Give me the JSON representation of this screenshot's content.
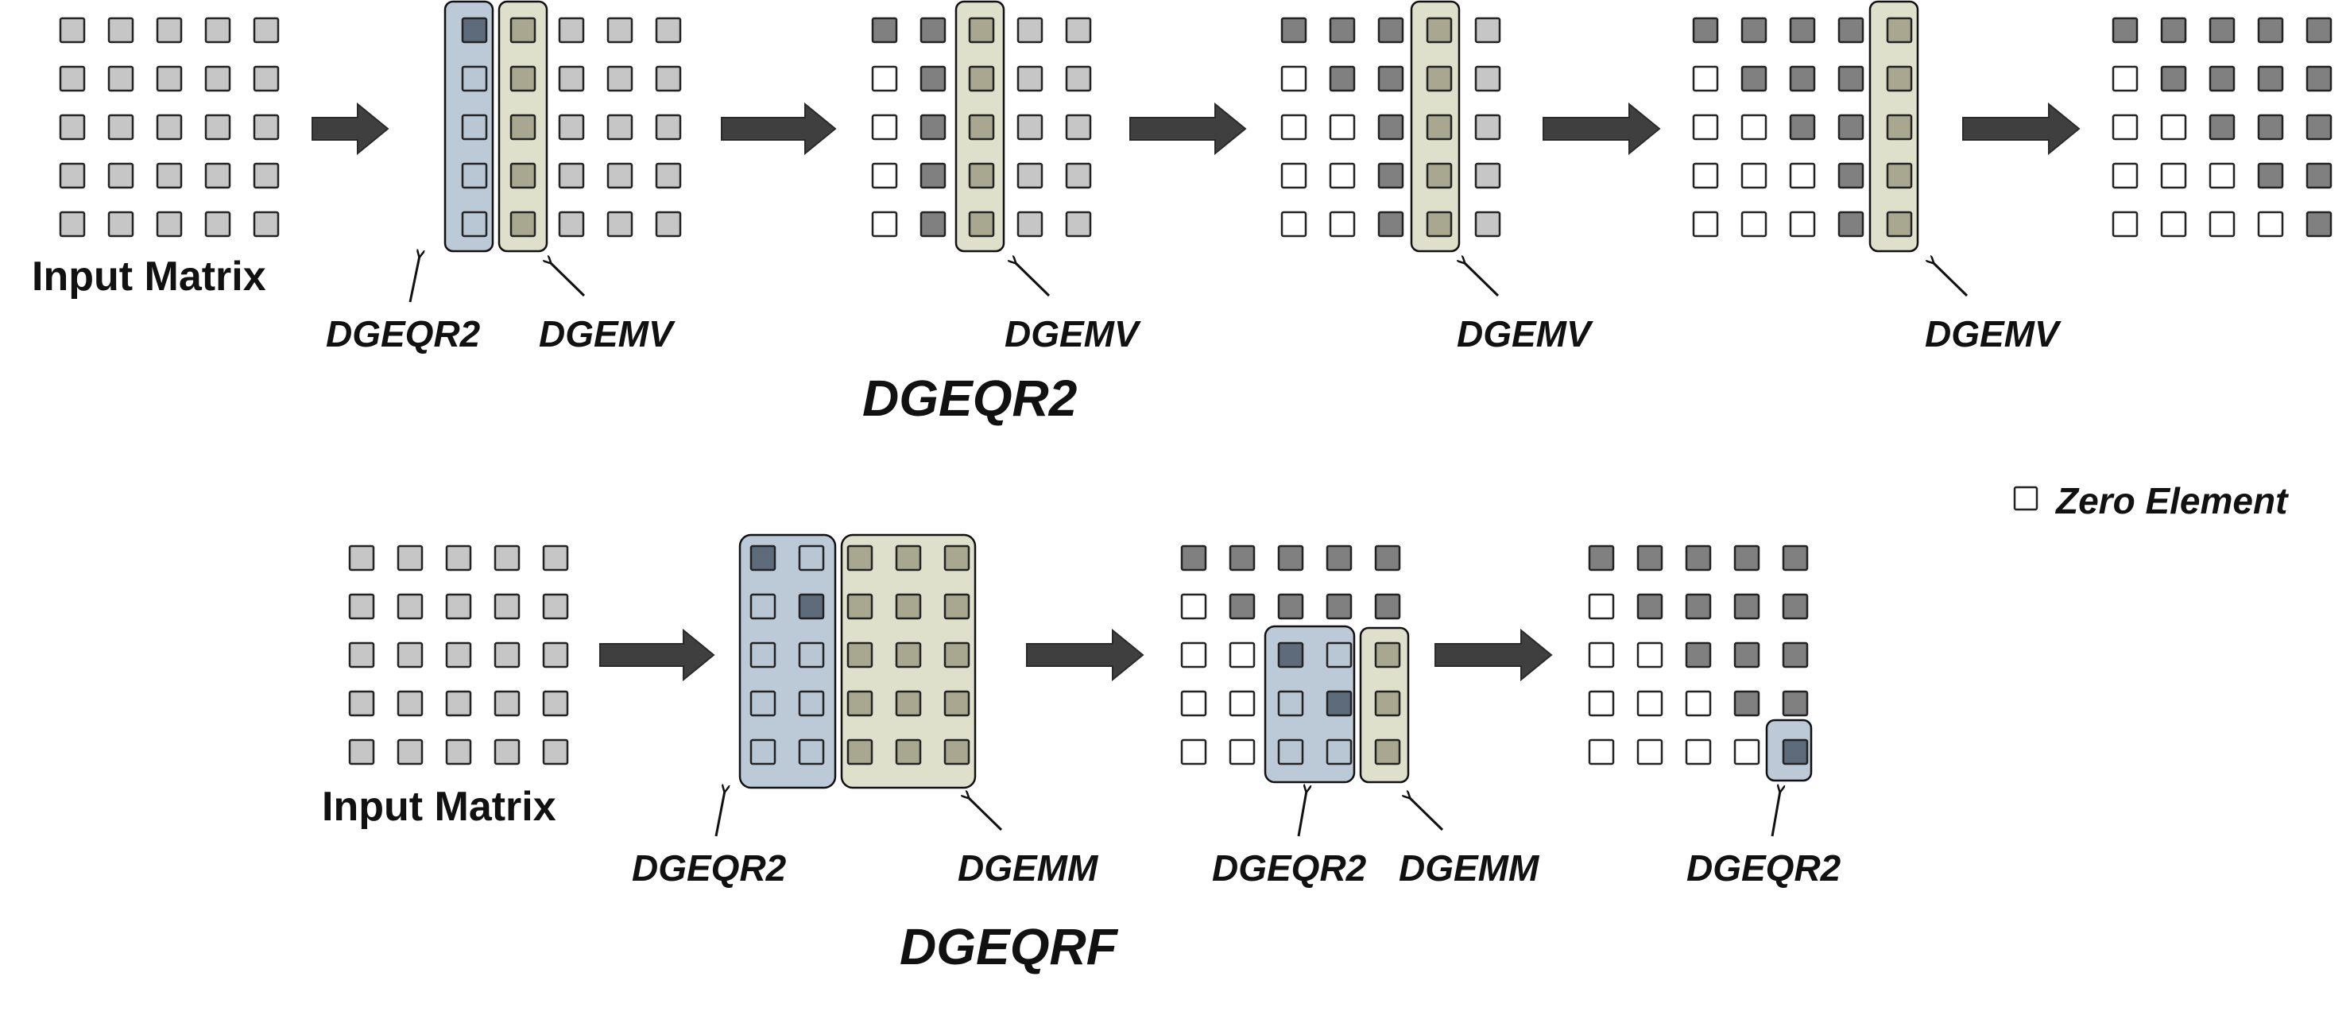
{
  "colors": {
    "input_cell": "#c6c6c6",
    "processed_cell": "#808080",
    "zero_cell": "#ffffff",
    "blue_panel_cell": "#b9c6d3",
    "blue_diag_cell": "#5e6b7a",
    "olive_panel_cell": "#a8a890",
    "blue_panel_bg": "#bcc9d6",
    "olive_panel_bg": "#dfe0cc",
    "arrow": "#3f3f3f",
    "cell_border": "#222222"
  },
  "labels": {
    "input_matrix_top": "Input Matrix",
    "input_matrix_bottom": "Input Matrix",
    "dgeqr2_title": "DGEQR2",
    "dgeqrf_title": "DGEQRF",
    "legend_zero": "Zero Element",
    "top_dgeqr2": "DGEQR2",
    "top_dgemv": [
      "DGEMV",
      "DGEMV",
      "DGEMV",
      "DGEMV"
    ],
    "bottom_dgeqr2": [
      "DGEQR2",
      "DGEQR2",
      "DGEQR2"
    ],
    "bottom_dgemm": [
      "DGEMM",
      "DGEMM"
    ]
  },
  "legend": {
    "icon": "empty-square-icon"
  },
  "matrices": {
    "top": [
      {
        "name": "input",
        "rows": [
          "IIIII",
          "IIIII",
          "IIIII",
          "IIIII",
          "IIIII"
        ]
      },
      {
        "name": "step-1",
        "rows": [
          "DOIII",
          "BOIII",
          "BOIII",
          "BOIII",
          "BOIII"
        ]
      },
      {
        "name": "step-2",
        "rows": [
          "PPOII",
          "ZPOII",
          "ZPOII",
          "ZPOII",
          "ZPOII"
        ]
      },
      {
        "name": "step-3",
        "rows": [
          "PPPOI",
          "ZPPOI",
          "ZZPOI",
          "ZZPOI",
          "ZZPOI"
        ]
      },
      {
        "name": "step-4",
        "rows": [
          "PPPPO",
          "ZPPPO",
          "ZZPPO",
          "ZZZPO",
          "ZZZPO"
        ]
      },
      {
        "name": "result",
        "rows": [
          "PPPPP",
          "ZPPPP",
          "ZZPPP",
          "ZZZPP",
          "ZZZZP"
        ]
      }
    ],
    "bottom": [
      {
        "name": "input",
        "rows": [
          "IIIII",
          "IIIII",
          "IIIII",
          "IIIII",
          "IIIII"
        ]
      },
      {
        "name": "step-1",
        "rows": [
          "DBOOO",
          "BDOOO",
          "BBOOO",
          "BBOOO",
          "BBOOO"
        ]
      },
      {
        "name": "step-2",
        "rows": [
          "PPPPP",
          "ZPPPP",
          "ZZDBO",
          "ZZBDO",
          "ZZBBO"
        ]
      },
      {
        "name": "result",
        "rows": [
          "PPPPP",
          "ZPPPP",
          "ZZPPP",
          "ZZZPP",
          "ZZZZD"
        ]
      }
    ]
  }
}
